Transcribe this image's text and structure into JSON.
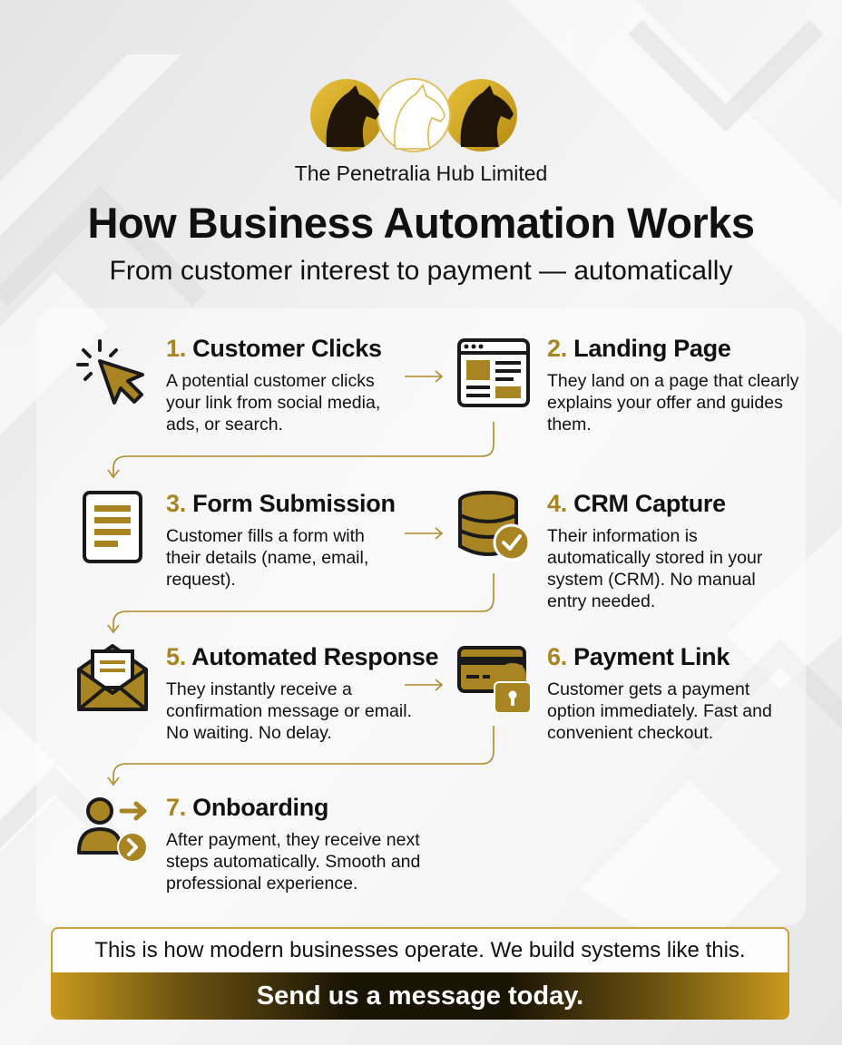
{
  "header": {
    "company": "The Penetralia Hub Limited",
    "title": "How Business Automation Works",
    "subtitle": "From customer interest to payment — automatically"
  },
  "steps": [
    {
      "num": "1.",
      "title": "Customer Clicks",
      "desc": "A potential customer clicks your link from social media, ads, or search.",
      "icon": "cursor-click-icon"
    },
    {
      "num": "2.",
      "title": "Landing Page",
      "desc": "They land on a page that clearly explains your offer and guides them.",
      "icon": "web-page-icon"
    },
    {
      "num": "3.",
      "title": "Form Submission",
      "desc": "Customer fills a form with their details (name, email, request).",
      "icon": "form-document-icon"
    },
    {
      "num": "4.",
      "title": "CRM Capture",
      "desc": "Their information is automatically stored in your system (CRM). No manual entry needed.",
      "icon": "database-check-icon"
    },
    {
      "num": "5.",
      "title": "Automated Response",
      "desc": "They instantly receive a confirmation message or email. No waiting. No delay.",
      "icon": "envelope-icon"
    },
    {
      "num": "6.",
      "title": "Payment Link",
      "desc": "Customer gets a payment option immediately. Fast and convenient checkout.",
      "icon": "card-lock-icon"
    },
    {
      "num": "7.",
      "title": "Onboarding",
      "desc": "After payment, they receive next steps automatically. Smooth and professional experience.",
      "icon": "user-onboarding-icon"
    }
  ],
  "cta": {
    "line": "This is how modern businesses operate. We build systems like this.",
    "button": "Send us a message today."
  },
  "colors": {
    "gold": "#a88422",
    "gold_light": "#c9a43a",
    "dark": "#111111"
  }
}
